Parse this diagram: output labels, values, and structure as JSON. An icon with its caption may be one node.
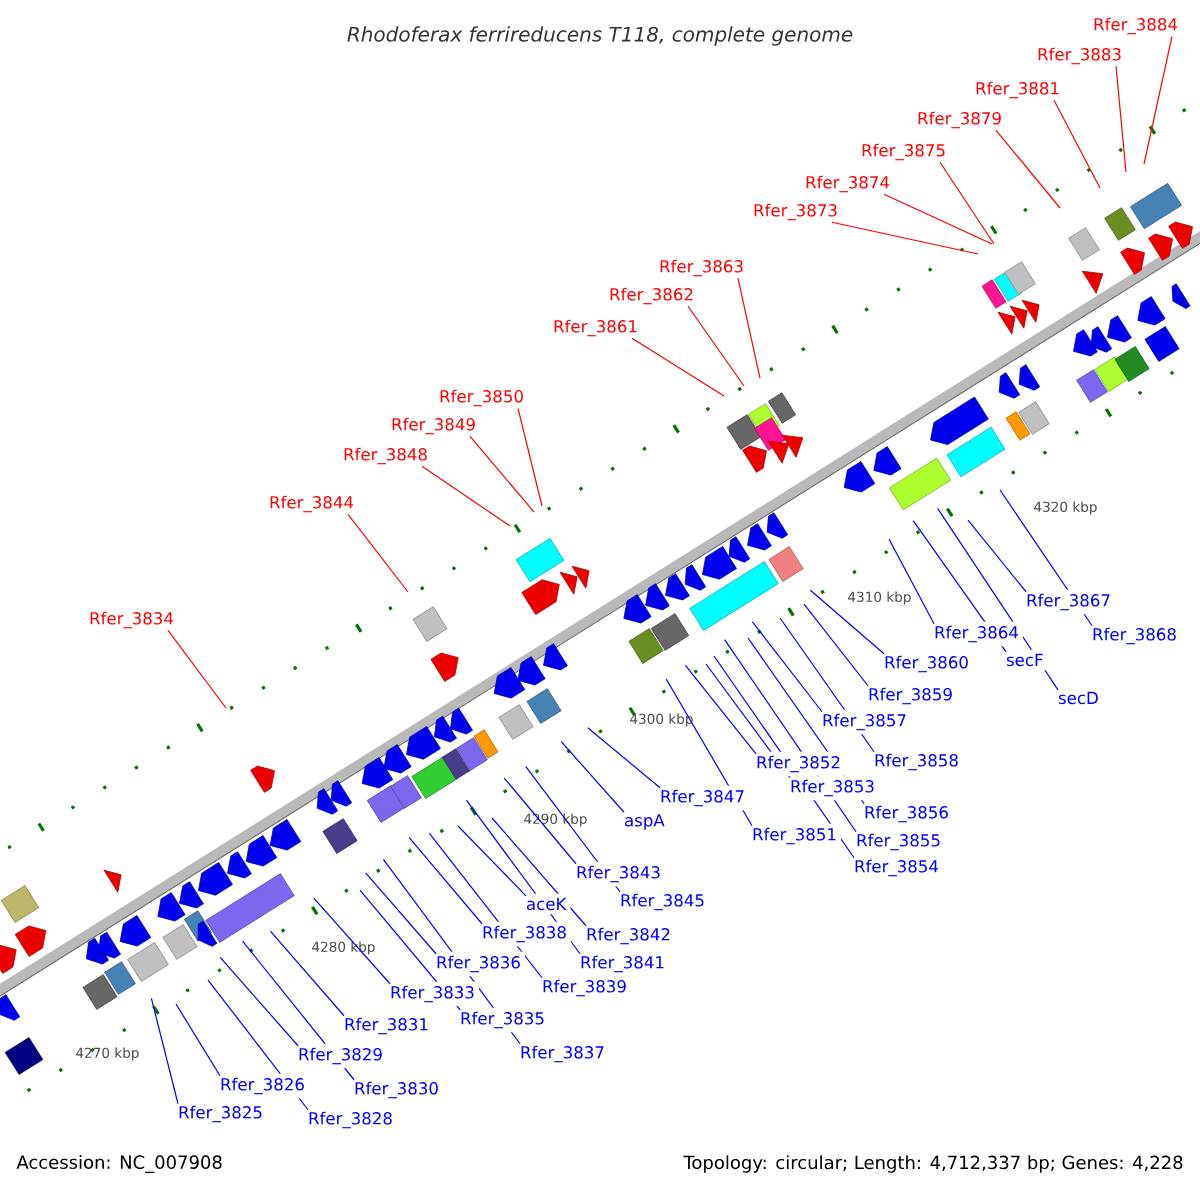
{
  "diagram": {
    "title": "Rhodoferax ferrireducens T118, complete genome",
    "nodes": [
      {
        "text": [
          "Rfer_3834"
        ]
      },
      {
        "text": [
          "Rfer_3844"
        ]
      },
      {
        "text": [
          "Rfer_3848"
        ]
      },
      {
        "text": [
          "Rfer_3849"
        ]
      },
      {
        "text": [
          "Rfer_3850"
        ]
      },
      {
        "text": [
          "Rfer_3861"
        ]
      },
      {
        "text": [
          "Rfer_3862"
        ]
      },
      {
        "text": [
          "Rfer_3863"
        ]
      },
      {
        "text": [
          "Rfer_3873"
        ]
      },
      {
        "text": [
          "Rfer_3874"
        ]
      },
      {
        "text": [
          "Rfer_3875"
        ]
      },
      {
        "text": [
          "Rfer_3879"
        ]
      },
      {
        "text": [
          "Rfer_3881"
        ]
      },
      {
        "text": [
          "Rfer_3883"
        ]
      },
      {
        "text": [
          "Rfer_3884"
        ]
      },
      {
        "text": [
          "Rfer_3825"
        ]
      },
      {
        "text": [
          "Rfer_3826"
        ]
      },
      {
        "text": [
          "Rfer_3828"
        ]
      },
      {
        "text": [
          "Rfer_3829"
        ]
      },
      {
        "text": [
          "Rfer_3830"
        ]
      },
      {
        "text": [
          "Rfer_3831"
        ]
      },
      {
        "text": [
          "Rfer_3833"
        ]
      },
      {
        "text": [
          "Rfer_3835"
        ]
      },
      {
        "text": [
          "Rfer_3836"
        ]
      },
      {
        "text": [
          "Rfer_3837"
        ]
      },
      {
        "text": [
          "Rfer_3838"
        ]
      },
      {
        "text": [
          "Rfer_3839"
        ]
      },
      {
        "text": [
          "aceK"
        ]
      },
      {
        "text": [
          "Rfer_3841"
        ]
      },
      {
        "text": [
          "Rfer_3842"
        ]
      },
      {
        "text": [
          "Rfer_3843"
        ]
      },
      {
        "text": [
          "Rfer_3845"
        ]
      },
      {
        "text": [
          "aspA"
        ]
      },
      {
        "text": [
          "Rfer_3847"
        ]
      },
      {
        "text": [
          "Rfer_3851"
        ]
      },
      {
        "text": [
          "Rfer_3852"
        ]
      },
      {
        "text": [
          "Rfer_3853"
        ]
      },
      {
        "text": [
          "Rfer_3854"
        ]
      },
      {
        "text": [
          "Rfer_3855"
        ]
      },
      {
        "text": [
          "Rfer_3856"
        ]
      },
      {
        "text": [
          "Rfer_3857"
        ]
      },
      {
        "text": [
          "Rfer_3858"
        ]
      },
      {
        "text": [
          "Rfer_3859"
        ]
      },
      {
        "text": [
          "Rfer_3860"
        ]
      },
      {
        "text": [
          "Rfer_3864"
        ]
      },
      {
        "text": [
          "secF"
        ]
      },
      {
        "text": [
          "secD"
        ]
      },
      {
        "text": [
          "Rfer_3867"
        ]
      },
      {
        "text": [
          "Rfer_3868"
        ]
      }
    ],
    "edges": [
      {
        "from": 0,
        "to": null,
        "arrow": "none",
        "color": "#ff0000"
      },
      {
        "from": 1,
        "to": null,
        "arrow": "none",
        "color": "#ff0000"
      },
      {
        "from": 2,
        "to": null,
        "arrow": "none",
        "color": "#ff0000"
      },
      {
        "from": 3,
        "to": null,
        "arrow": "none",
        "color": "#ff0000"
      },
      {
        "from": 4,
        "to": null,
        "arrow": "none",
        "color": "#ff0000"
      },
      {
        "from": 5,
        "to": null,
        "arrow": "none",
        "color": "#ff0000"
      },
      {
        "from": 6,
        "to": null,
        "arrow": "none",
        "color": "#ff0000"
      },
      {
        "from": 7,
        "to": null,
        "arrow": "none",
        "color": "#ff0000"
      },
      {
        "from": 8,
        "to": null,
        "arrow": "none",
        "color": "#ff0000"
      },
      {
        "from": 9,
        "to": null,
        "arrow": "none",
        "color": "#ff0000"
      },
      {
        "from": 10,
        "to": null,
        "arrow": "none",
        "color": "#ff0000"
      },
      {
        "from": 11,
        "to": null,
        "arrow": "none",
        "color": "#ff0000"
      },
      {
        "from": 12,
        "to": null,
        "arrow": "none",
        "color": "#ff0000"
      },
      {
        "from": 13,
        "to": null,
        "arrow": "none",
        "color": "#ff0000"
      },
      {
        "from": 14,
        "to": null,
        "arrow": "none",
        "color": "#ff0000"
      },
      {
        "from": 15,
        "to": null,
        "arrow": "none"
      },
      {
        "from": 16,
        "to": null,
        "arrow": "none"
      },
      {
        "from": 17,
        "to": null,
        "arrow": "none"
      },
      {
        "from": 18,
        "to": null,
        "arrow": "none"
      },
      {
        "from": 19,
        "to": null,
        "arrow": "none"
      },
      {
        "from": 20,
        "to": null,
        "arrow": "none"
      },
      {
        "from": 21,
        "to": null,
        "arrow": "none"
      },
      {
        "from": 22,
        "to": null,
        "arrow": "none"
      },
      {
        "from": 23,
        "to": null,
        "arrow": "none"
      },
      {
        "from": 24,
        "to": null,
        "arrow": "none"
      },
      {
        "from": 25,
        "to": null,
        "arrow": "none"
      },
      {
        "from": 26,
        "to": null,
        "arrow": "none"
      },
      {
        "from": 27,
        "to": null,
        "arrow": "none"
      },
      {
        "from": 28,
        "to": null,
        "arrow": "none"
      },
      {
        "from": 29,
        "to": null,
        "arrow": "none"
      },
      {
        "from": 30,
        "to": null,
        "arrow": "none"
      },
      {
        "from": 31,
        "to": null,
        "arrow": "none"
      },
      {
        "from": 32,
        "to": null,
        "arrow": "none"
      },
      {
        "from": 33,
        "to": null,
        "arrow": "none"
      },
      {
        "from": 34,
        "to": null,
        "arrow": "none"
      },
      {
        "from": 35,
        "to": null,
        "arrow": "none"
      },
      {
        "from": 36,
        "to": null,
        "arrow": "none"
      },
      {
        "from": 37,
        "to": null,
        "arrow": "none"
      },
      {
        "from": 38,
        "to": null,
        "arrow": "none"
      },
      {
        "from": 39,
        "to": null,
        "arrow": "none"
      },
      {
        "from": 40,
        "to": null,
        "arrow": "none"
      },
      {
        "from": 41,
        "to": null,
        "arrow": "none"
      },
      {
        "from": 42,
        "to": null,
        "arrow": "none"
      },
      {
        "from": 43,
        "to": null,
        "arrow": "none"
      },
      {
        "from": 44,
        "to": null,
        "arrow": "none"
      },
      {
        "from": 45,
        "to": null,
        "arrow": "none"
      },
      {
        "from": 46,
        "to": null,
        "arrow": "none"
      },
      {
        "from": 47,
        "to": null,
        "arrow": "none"
      },
      {
        "from": 48,
        "to": null,
        "arrow": "none"
      }
    ],
    "labels": [
      "4270 kbp",
      "4280 kbp",
      "4290 kbp",
      "4300 kbp",
      "4310 kbp",
      "4320 kbp",
      "Accession: NC_007908",
      "Topology: circular; Length: 4,712,337 bp; Genes: 4,228"
    ]
  }
}
